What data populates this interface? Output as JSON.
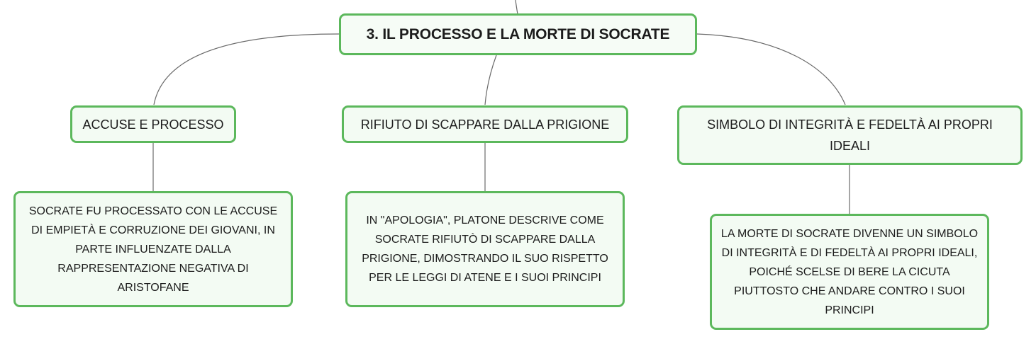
{
  "root": {
    "title": "3. IL PROCESSO E LA MORTE DI SOCRATE"
  },
  "branches": [
    {
      "topic": "ACCUSE E PROCESSO",
      "detail": "SOCRATE FU PROCESSATO CON LE ACCUSE DI EMPIETÀ E CORRUZIONE DEI GIOVANI, IN PARTE INFLUENZATE DALLA RAPPRESENTAZIONE NEGATIVA DI ARISTOFANE"
    },
    {
      "topic": "RIFIUTO DI SCAPPARE DALLA PRIGIONE",
      "detail": "IN \"APOLOGIA\", PLATONE DESCRIVE COME SOCRATE RIFIUTÒ DI SCAPPARE DALLA PRIGIONE, DIMOSTRANDO IL SUO RISPETTO PER LE LEGGI DI ATENE E I SUOI PRINCIPI"
    },
    {
      "topic": "SIMBOLO DI INTEGRITÀ E FEDELTÀ AI PROPRI IDEALI",
      "detail": "LA MORTE DI SOCRATE DIVENNE UN SIMBOLO DI INTEGRITÀ E DI FEDELTÀ AI PROPRI IDEALI, POICHÉ SCELSE DI BERE LA CICUTA PIUTTOSTO CHE ANDARE CONTRO I SUOI PRINCIPI"
    }
  ],
  "colors": {
    "border": "#5cb85c",
    "fill": "#f3fbf3",
    "line": "#6a6a6a"
  }
}
